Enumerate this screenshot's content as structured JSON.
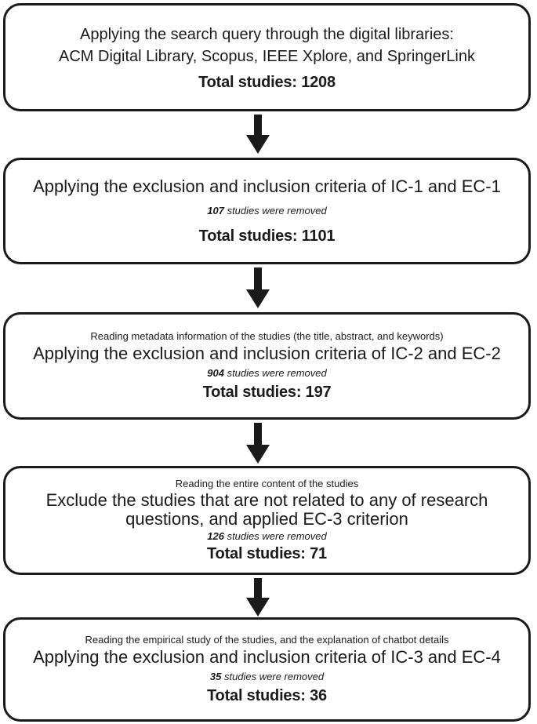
{
  "steps": [
    {
      "lines": [
        "Applying the search query through the digital libraries:",
        "ACM Digital Library, Scopus, IEEE Xplore, and SpringerLink"
      ],
      "total_label": "Total studies: ",
      "total": "1208"
    },
    {
      "main": "Applying the exclusion and inclusion criteria of IC-1 and EC-1",
      "removed_count": "107",
      "removed_text": " studies were removed",
      "total_label": "Total studies: ",
      "total": "1101"
    },
    {
      "sub": "Reading metadata information of the studies (the title, abstract, and keywords)",
      "main": "Applying the exclusion and inclusion criteria of IC-2 and EC-2",
      "removed_count": "904",
      "removed_text": " studies were removed",
      "total_label": "Total studies: ",
      "total": "197"
    },
    {
      "sub": "Reading the entire content of the studies",
      "main": "Exclude the studies that are not related to any of research questions, and applied EC-3 criterion",
      "removed_count": "126",
      "removed_text": " studies were removed",
      "total_label": "Total studies: ",
      "total": "71"
    },
    {
      "sub": "Reading the empirical study of the studies, and the explanation of chatbot details",
      "main": "Applying the exclusion and inclusion criteria of IC-3 and EC-4",
      "removed_count": "35",
      "removed_text": " studies were removed",
      "total_label": "Total studies: ",
      "total": "36"
    }
  ]
}
